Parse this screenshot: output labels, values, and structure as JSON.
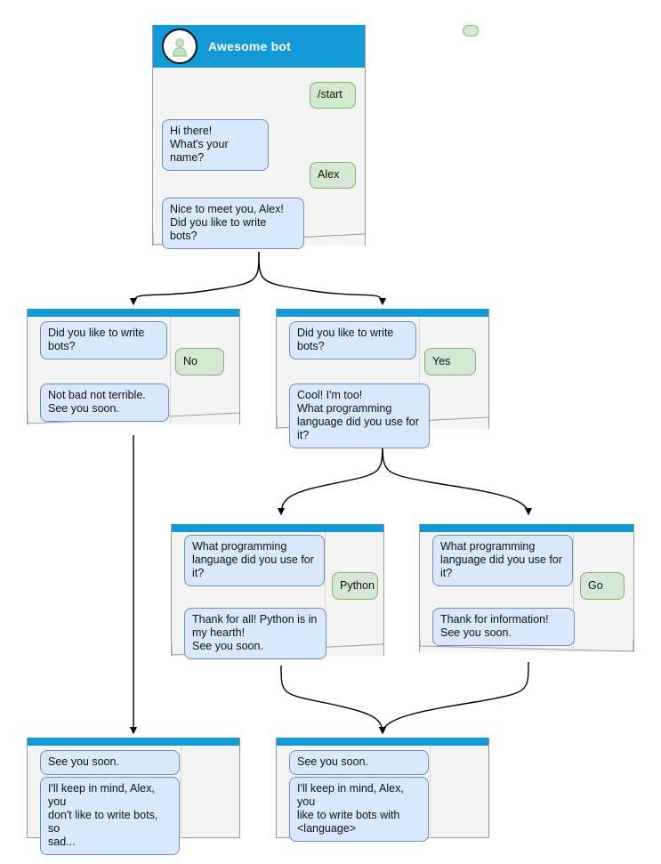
{
  "diagram": {
    "type": "chatbot-conversation-flowchart",
    "header_color": "#1399d6",
    "bot_bubble_color": "#dae8fc",
    "bot_bubble_border": "#6c8ebf",
    "user_bubble_color": "#d5e8d4",
    "user_bubble_border": "#82b366",
    "screen_background": "#f4f4f4",
    "edge_color": "#000000"
  },
  "nodes": {
    "root": {
      "id": "root",
      "header": {
        "title": "Awesome bot",
        "avatar_icon": "user-avatar-icon"
      },
      "messages": [
        {
          "role": "user",
          "text": "/start"
        },
        {
          "role": "bot",
          "text": "Hi there!\nWhat's your name?"
        },
        {
          "role": "user",
          "text": "Alex"
        },
        {
          "role": "bot",
          "text": "Nice to meet you, Alex!\nDid you like to write bots?"
        }
      ]
    },
    "no_branch": {
      "id": "no_branch",
      "messages": [
        {
          "role": "bot",
          "text": "Did you like to write bots?"
        },
        {
          "role": "user",
          "text": "No"
        },
        {
          "role": "bot",
          "text": "Not bad not terrible.\nSee you soon."
        }
      ]
    },
    "yes_branch": {
      "id": "yes_branch",
      "messages": [
        {
          "role": "bot",
          "text": "Did you like to write bots?"
        },
        {
          "role": "user",
          "text": "Yes"
        },
        {
          "role": "bot",
          "text": "Cool! I'm too!\nWhat programming\nlanguage did you use for it?"
        }
      ]
    },
    "python_branch": {
      "id": "python_branch",
      "messages": [
        {
          "role": "bot",
          "text": "What programming\nlanguage did you use for it?"
        },
        {
          "role": "user",
          "text": "Python"
        },
        {
          "role": "bot",
          "text": "Thank for all! Python is in\nmy hearth!\nSee you soon."
        }
      ]
    },
    "go_branch": {
      "id": "go_branch",
      "messages": [
        {
          "role": "bot",
          "text": "What programming\nlanguage did you use for it?"
        },
        {
          "role": "user",
          "text": "Go"
        },
        {
          "role": "bot",
          "text": "Thank for information!\nSee you soon."
        }
      ]
    },
    "end_sad": {
      "id": "end_sad",
      "messages": [
        {
          "role": "bot",
          "text": "See you soon."
        },
        {
          "role": "bot",
          "text": "I'll keep in mind, Alex, you\ndon't like to write bots, so\nsad..."
        }
      ]
    },
    "end_happy": {
      "id": "end_happy",
      "messages": [
        {
          "role": "bot",
          "text": "See you soon."
        },
        {
          "role": "bot",
          "text": "I'll keep in mind, Alex, you\nlike to write bots with\n<language>"
        }
      ]
    }
  }
}
